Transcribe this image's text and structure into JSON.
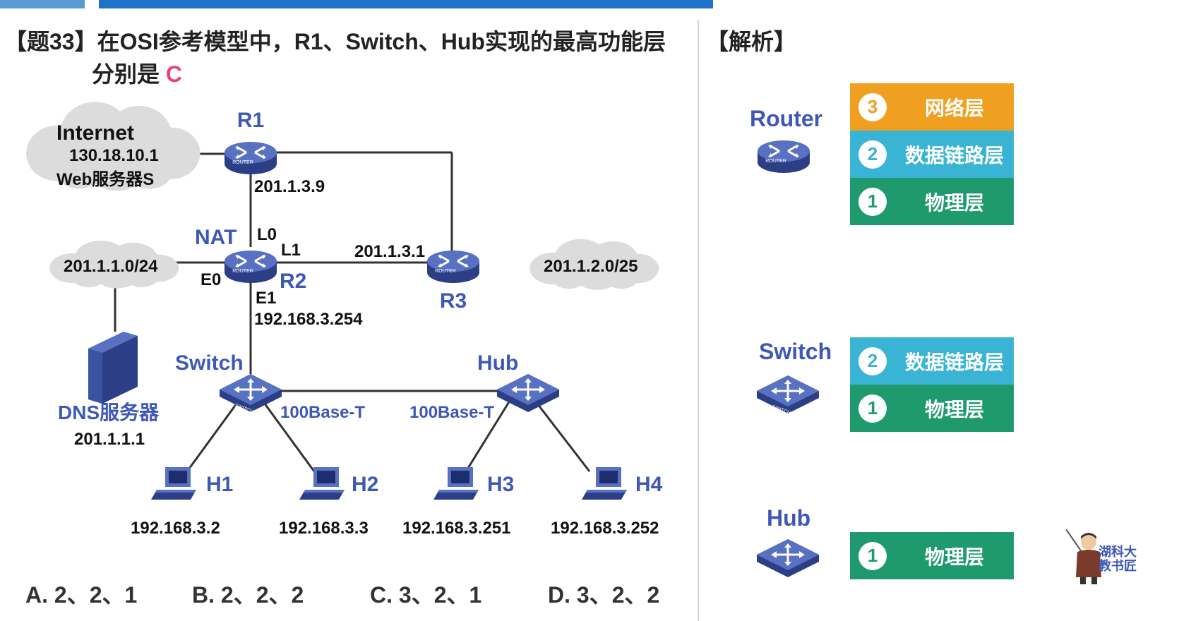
{
  "question": {
    "line1": "【题33】在OSI参考模型中，R1、Switch、Hub实现的最高功能层",
    "line2_prefix": "分别是",
    "answer": "C"
  },
  "diagram": {
    "internet_cloud": [
      "Internet",
      "130.18.10.1",
      "Web服务器S"
    ],
    "lan1_cloud": "201.1.1.0/24",
    "lan2_cloud": "201.1.2.0/25",
    "r1": {
      "name": "R1",
      "ip": "201.1.3.9"
    },
    "r2": {
      "name": "R2",
      "nat": "NAT",
      "l0": "L0",
      "l1": "L1",
      "e0": "E0",
      "e1": "E1",
      "e1_ip": "192.168.3.254"
    },
    "r3": {
      "name": "R3",
      "ip": "201.1.3.1"
    },
    "router_caption": "ROUTER",
    "switch_caption": "SWITCH",
    "switch": {
      "name": "Switch",
      "link": "100Base-T"
    },
    "hub": {
      "name": "Hub",
      "link": "100Base-T"
    },
    "dns": {
      "name": "DNS服务器",
      "ip": "201.1.1.1"
    },
    "hosts": [
      {
        "name": "H1",
        "ip": "192.168.3.2"
      },
      {
        "name": "H2",
        "ip": "192.168.3.3"
      },
      {
        "name": "H3",
        "ip": "192.168.3.251"
      },
      {
        "name": "H4",
        "ip": "192.168.3.252"
      }
    ]
  },
  "options": [
    "A. 2、2、1",
    "B. 2、2、2",
    "C. 3、2、1",
    "D. 3、2、2"
  ],
  "analysis": {
    "title": "【解析】",
    "router": {
      "label": "Router",
      "layers": [
        {
          "num": "3",
          "name": "网络层",
          "color": "#f0a020"
        },
        {
          "num": "2",
          "name": "数据链路层",
          "color": "#3ab4d4"
        },
        {
          "num": "1",
          "name": "物理层",
          "color": "#1e9a6e"
        }
      ]
    },
    "switch": {
      "label": "Switch",
      "layers": [
        {
          "num": "2",
          "name": "数据链路层",
          "color": "#3ab4d4"
        },
        {
          "num": "1",
          "name": "物理层",
          "color": "#1e9a6e"
        }
      ]
    },
    "hub": {
      "label": "Hub",
      "layers": [
        {
          "num": "1",
          "name": "物理层",
          "color": "#1e9a6e"
        }
      ]
    }
  },
  "mascot": {
    "line1": "湖科大",
    "line2": "教书匠"
  },
  "colors": {
    "accent_blue": "#3f58b8",
    "answer_pink": "#e8447a",
    "device_blue": "#4a63b4"
  }
}
